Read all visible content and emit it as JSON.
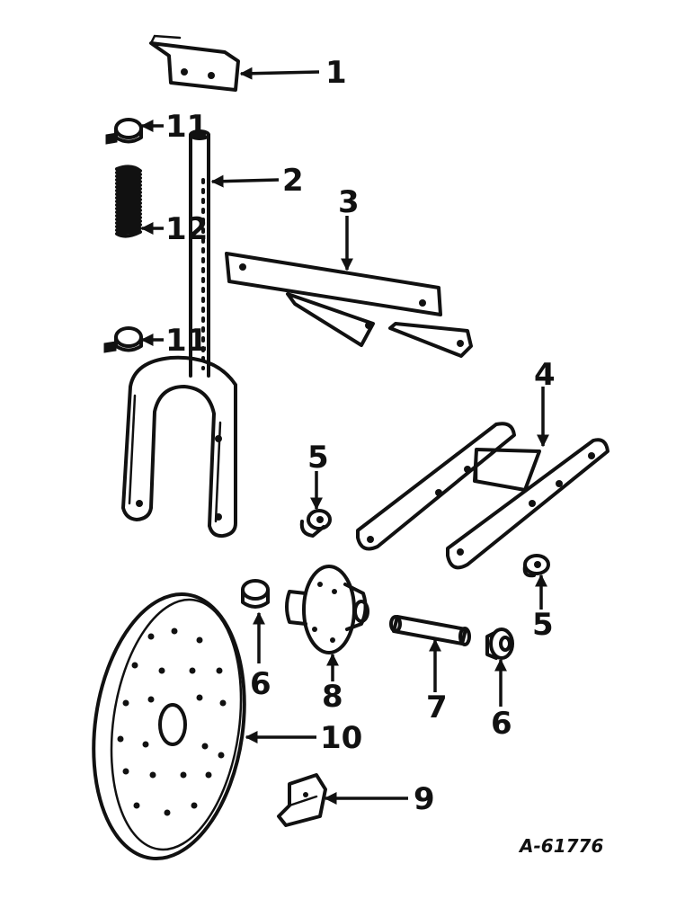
{
  "diagram": {
    "reference_code": "A-61776",
    "callouts": [
      {
        "id": "c1",
        "label": "1"
      },
      {
        "id": "c2",
        "label": "2"
      },
      {
        "id": "c3",
        "label": "3"
      },
      {
        "id": "c4",
        "label": "4"
      },
      {
        "id": "c5a",
        "label": "5"
      },
      {
        "id": "c5b",
        "label": "5"
      },
      {
        "id": "c6a",
        "label": "6"
      },
      {
        "id": "c6b",
        "label": "6"
      },
      {
        "id": "c7",
        "label": "7"
      },
      {
        "id": "c8",
        "label": "8"
      },
      {
        "id": "c9",
        "label": "9"
      },
      {
        "id": "c10",
        "label": "10"
      },
      {
        "id": "c11a",
        "label": "11"
      },
      {
        "id": "c11b",
        "label": "11"
      },
      {
        "id": "c12",
        "label": "12"
      }
    ]
  }
}
